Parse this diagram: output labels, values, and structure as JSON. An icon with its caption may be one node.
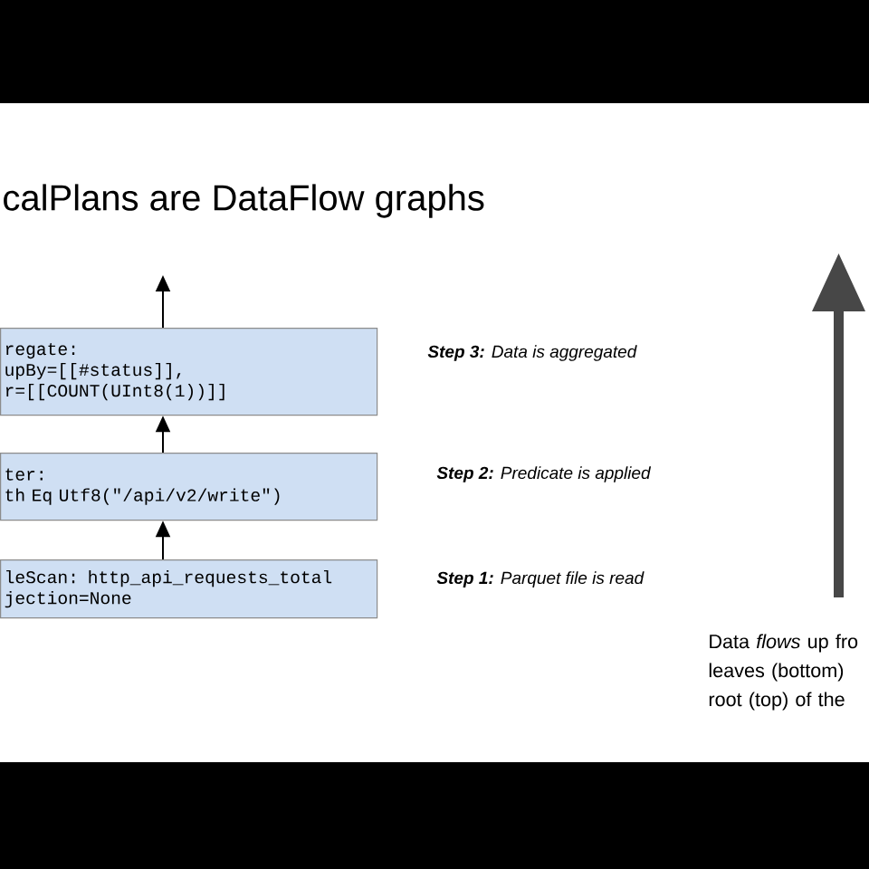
{
  "diagram": {
    "title": "calPlans are DataFlow graphs",
    "nodes": [
      {
        "text": [
          "regate:",
          "upBy=[[#status]],",
          "r=[[COUNT(UInt8(1))]]"
        ]
      },
      {
        "text": [
          "ter:",
          "th Eq Utf8(\"/api/v2/write\")"
        ]
      },
      {
        "text": [
          "leScan: http_api_requests_total",
          "jection=None"
        ]
      }
    ],
    "edges": [
      {
        "from": 2,
        "to": 1,
        "arrow": "to"
      },
      {
        "from": 1,
        "to": 0,
        "arrow": "to"
      },
      {
        "from": 0,
        "to": null,
        "arrow": "to"
      }
    ],
    "labels": [
      "**Step 3:** Data is aggregated",
      "**Step 2:** Predicate is applied",
      "**Step 1:** Parquet file is read",
      "Data *flows* up fro leaves (bottom) root (top) of the"
    ]
  }
}
